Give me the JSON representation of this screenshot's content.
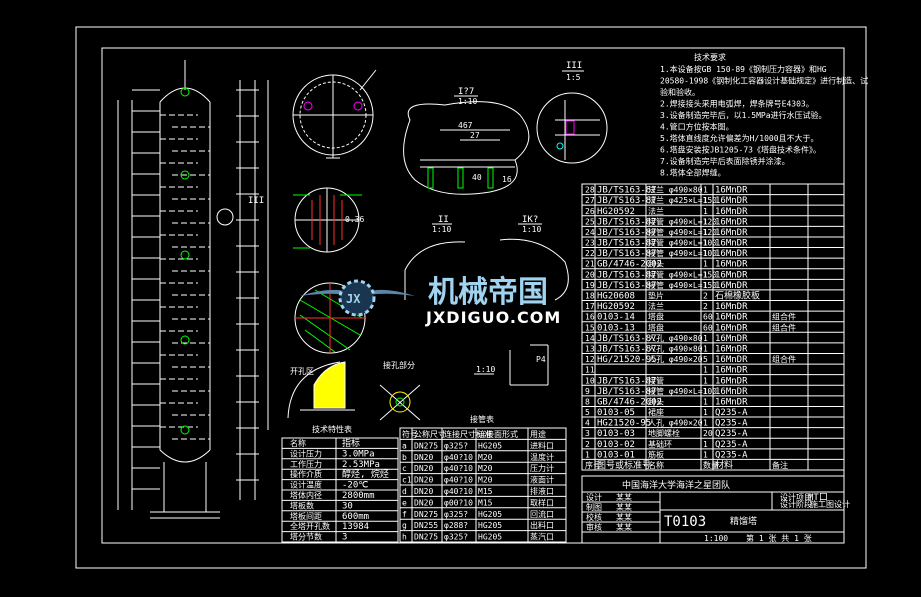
{
  "colors": {
    "background": "#000000",
    "lines": "#ffffff",
    "green": "#00ff00",
    "cyan": "#00ffff",
    "magenta": "#ff00ff",
    "yellow": "#ffff00",
    "red": "#ff3030",
    "watermark": "#9fd3f0"
  },
  "views": {
    "detail_I7_title": "I?7",
    "detail_I7_scale": "1:10",
    "detail_III_title": "III",
    "detail_III_scale": "1:5",
    "detail_II_title": "II",
    "detail_II_scale": "1:10",
    "detail_IK_title": "IK?",
    "detail_IK_scale": "1:10",
    "detail_bottom_scale": "1:10",
    "view_label_III": "III",
    "label_kaikongxi": "开孔区",
    "label_bufenqu": "接孔部分",
    "dim_467": "467",
    "dim_27": "27",
    "dim_40": "40",
    "dim_16": "16",
    "dim_P4": "P4",
    "dim_036": "0.36"
  },
  "tech_requirements": {
    "title": "技术要求",
    "lines": [
      "1.本设备按GB 150-89《钢制压力容器》和HG",
      "20580-1998《钢制化工容器设计基础规定》进行制造、试",
      "验和验收。",
      "2.焊接接头采用电弧焊，焊条牌号E4303。",
      "3.设备制造完毕后，以1.5MPa进行水压试验。",
      "4.管口方位按本图。",
      "5.塔体直线度允许偏差为H/1000且不大于。",
      "6.塔盘安装按JB1205-73《塔盘技术条件》。",
      "7.设备制造完毕后表面除锈并涂漆。",
      "8.塔体全部焊缝。"
    ]
  },
  "parts_list": {
    "rows": [
      [
        "28",
        "JB/TS163-87",
        "法兰 φ490×80",
        "1",
        "16MnDR",
        ""
      ],
      [
        "27",
        "JB/TS163-87",
        "法兰 φ425×L=150",
        "1",
        "16MnDR",
        ""
      ],
      [
        "26",
        "HG20592",
        "法兰",
        "1",
        "16MnDR",
        ""
      ],
      [
        "25",
        "JB/TS163-87",
        "接管 φ490×L=120",
        "1",
        "16MnDR",
        ""
      ],
      [
        "24",
        "JB/TS163-87",
        "接管 φ490×L=120",
        "1",
        "16MnDR",
        ""
      ],
      [
        "23",
        "JB/TS163-87",
        "接管 φ490×L=100",
        "1",
        "16MnDR",
        ""
      ],
      [
        "22",
        "JB/TS163-87",
        "接管 φ490×L=100",
        "1",
        "16MnDR",
        ""
      ],
      [
        "21",
        "GB/4746-2002",
        "封头",
        "1",
        "16MnDR",
        ""
      ],
      [
        "20",
        "JB/TS163-87",
        "接管 φ490×L=150",
        "1",
        "16MnDR",
        ""
      ],
      [
        "19",
        "JB/TS163-87",
        "接管 φ490×L=150",
        "1",
        "16MnDR",
        ""
      ],
      [
        "18",
        "HG20608",
        "垫片",
        "2",
        "石棉橡胶板",
        ""
      ],
      [
        "17",
        "HG20592",
        "法兰",
        "2",
        "16MnDR",
        ""
      ],
      [
        "16",
        "0103-14",
        "塔盘",
        "60",
        "16MnDR",
        "组合件"
      ],
      [
        "15",
        "0103-13",
        "塔盘",
        "60",
        "16MnDR",
        "组合件"
      ],
      [
        "14",
        "JB/TS163-87",
        "人孔 φ490×80",
        "1",
        "16MnDR",
        ""
      ],
      [
        "13",
        "JB/TS163-87",
        "人孔 φ490×80",
        "1",
        "16MnDR",
        ""
      ],
      [
        "12",
        "HG/21520-95",
        "人孔 φ490×20",
        "5",
        "16MnDR",
        "组合件"
      ],
      [
        "11",
        "",
        "",
        "1",
        "16MnDR",
        ""
      ],
      [
        "10",
        "JB/TS163-87",
        "接管",
        "1",
        "16MnDR",
        ""
      ],
      [
        "9",
        "JB/TS163-87",
        "接管 φ490×L=100",
        "1",
        "16MnDR",
        ""
      ],
      [
        "8",
        "GB/4746-2002",
        "封头",
        "1",
        "16MnDR",
        ""
      ],
      [
        "5",
        "0103-05",
        "裙座",
        "1",
        "Q235-A",
        ""
      ],
      [
        "4",
        "HG21520-95",
        "人孔 φ490×20",
        "1",
        "Q235-A",
        ""
      ],
      [
        "3",
        "0103-03",
        "地脚螺栓",
        "20",
        "Q235-A",
        ""
      ],
      [
        "2",
        "0103-02",
        "基础环",
        "1",
        "Q235-A",
        ""
      ],
      [
        "1",
        "0103-01",
        "筋板",
        "1",
        "Q235-A",
        ""
      ]
    ],
    "header": [
      "序号",
      "图号或标准号",
      "名称",
      "数量",
      "材料",
      "备注"
    ]
  },
  "title_block": {
    "school": "中国海洋大学海洋之星团队",
    "drawing_no": "T0103",
    "name": "精馏塔",
    "scale": "1:100",
    "sheet": "第 1 张 共 1 张",
    "project": "设计项目",
    "mt": "MT口",
    "stage": "设计阶段",
    "stage_val": "施工图设计",
    "roles": [
      "设计",
      "制图",
      "校核",
      "审核"
    ],
    "role_vals": [
      "某某",
      "某某",
      "某某",
      "某某"
    ]
  },
  "design_data": {
    "title": "技术特性表",
    "header": [
      "名称",
      "指标"
    ],
    "rows": [
      [
        "设计压力",
        "3.0MPa"
      ],
      [
        "工作压力",
        "2.53MPa"
      ],
      [
        "操作介质",
        "醇烃, 烷烃"
      ],
      [
        "设计温度",
        "-20℃"
      ],
      [
        "塔体内径",
        "2800mm"
      ],
      [
        "塔板数",
        "30"
      ],
      [
        "塔板间距",
        "600mm"
      ],
      [
        "全塔开孔数",
        "13984"
      ],
      [
        "塔分节数",
        "3"
      ]
    ]
  },
  "nozzle_table": {
    "title": "接管表",
    "header": [
      "符号",
      "公称尺寸",
      "连接尺寸标准",
      "连接面形式",
      "用途"
    ],
    "rows": [
      [
        "a",
        "DN275",
        "φ325?",
        "HG205",
        "进料口"
      ],
      [
        "b",
        "DN20",
        "φ40?10",
        "M20",
        "温度计"
      ],
      [
        "c",
        "DN20",
        "φ40?10",
        "M20",
        "压力计"
      ],
      [
        "c1",
        "DN20",
        "φ40?10",
        "M20",
        "液面计"
      ],
      [
        "d",
        "DN20",
        "φ40?10",
        "M15",
        "排液口"
      ],
      [
        "e",
        "DN20",
        "φ00?10",
        "M15",
        "取样口"
      ],
      [
        "f",
        "DN275",
        "φ325?",
        "HG205",
        "回流口"
      ],
      [
        "g",
        "DN255",
        "φ288?",
        "HG205",
        "出料口"
      ],
      [
        "h",
        "DN275",
        "φ325?",
        "HG205",
        "蒸汽口"
      ]
    ]
  },
  "watermark": {
    "cn": "机械帝国",
    "en": "JXDIGUO.COM",
    "logo_letters": "JX"
  }
}
